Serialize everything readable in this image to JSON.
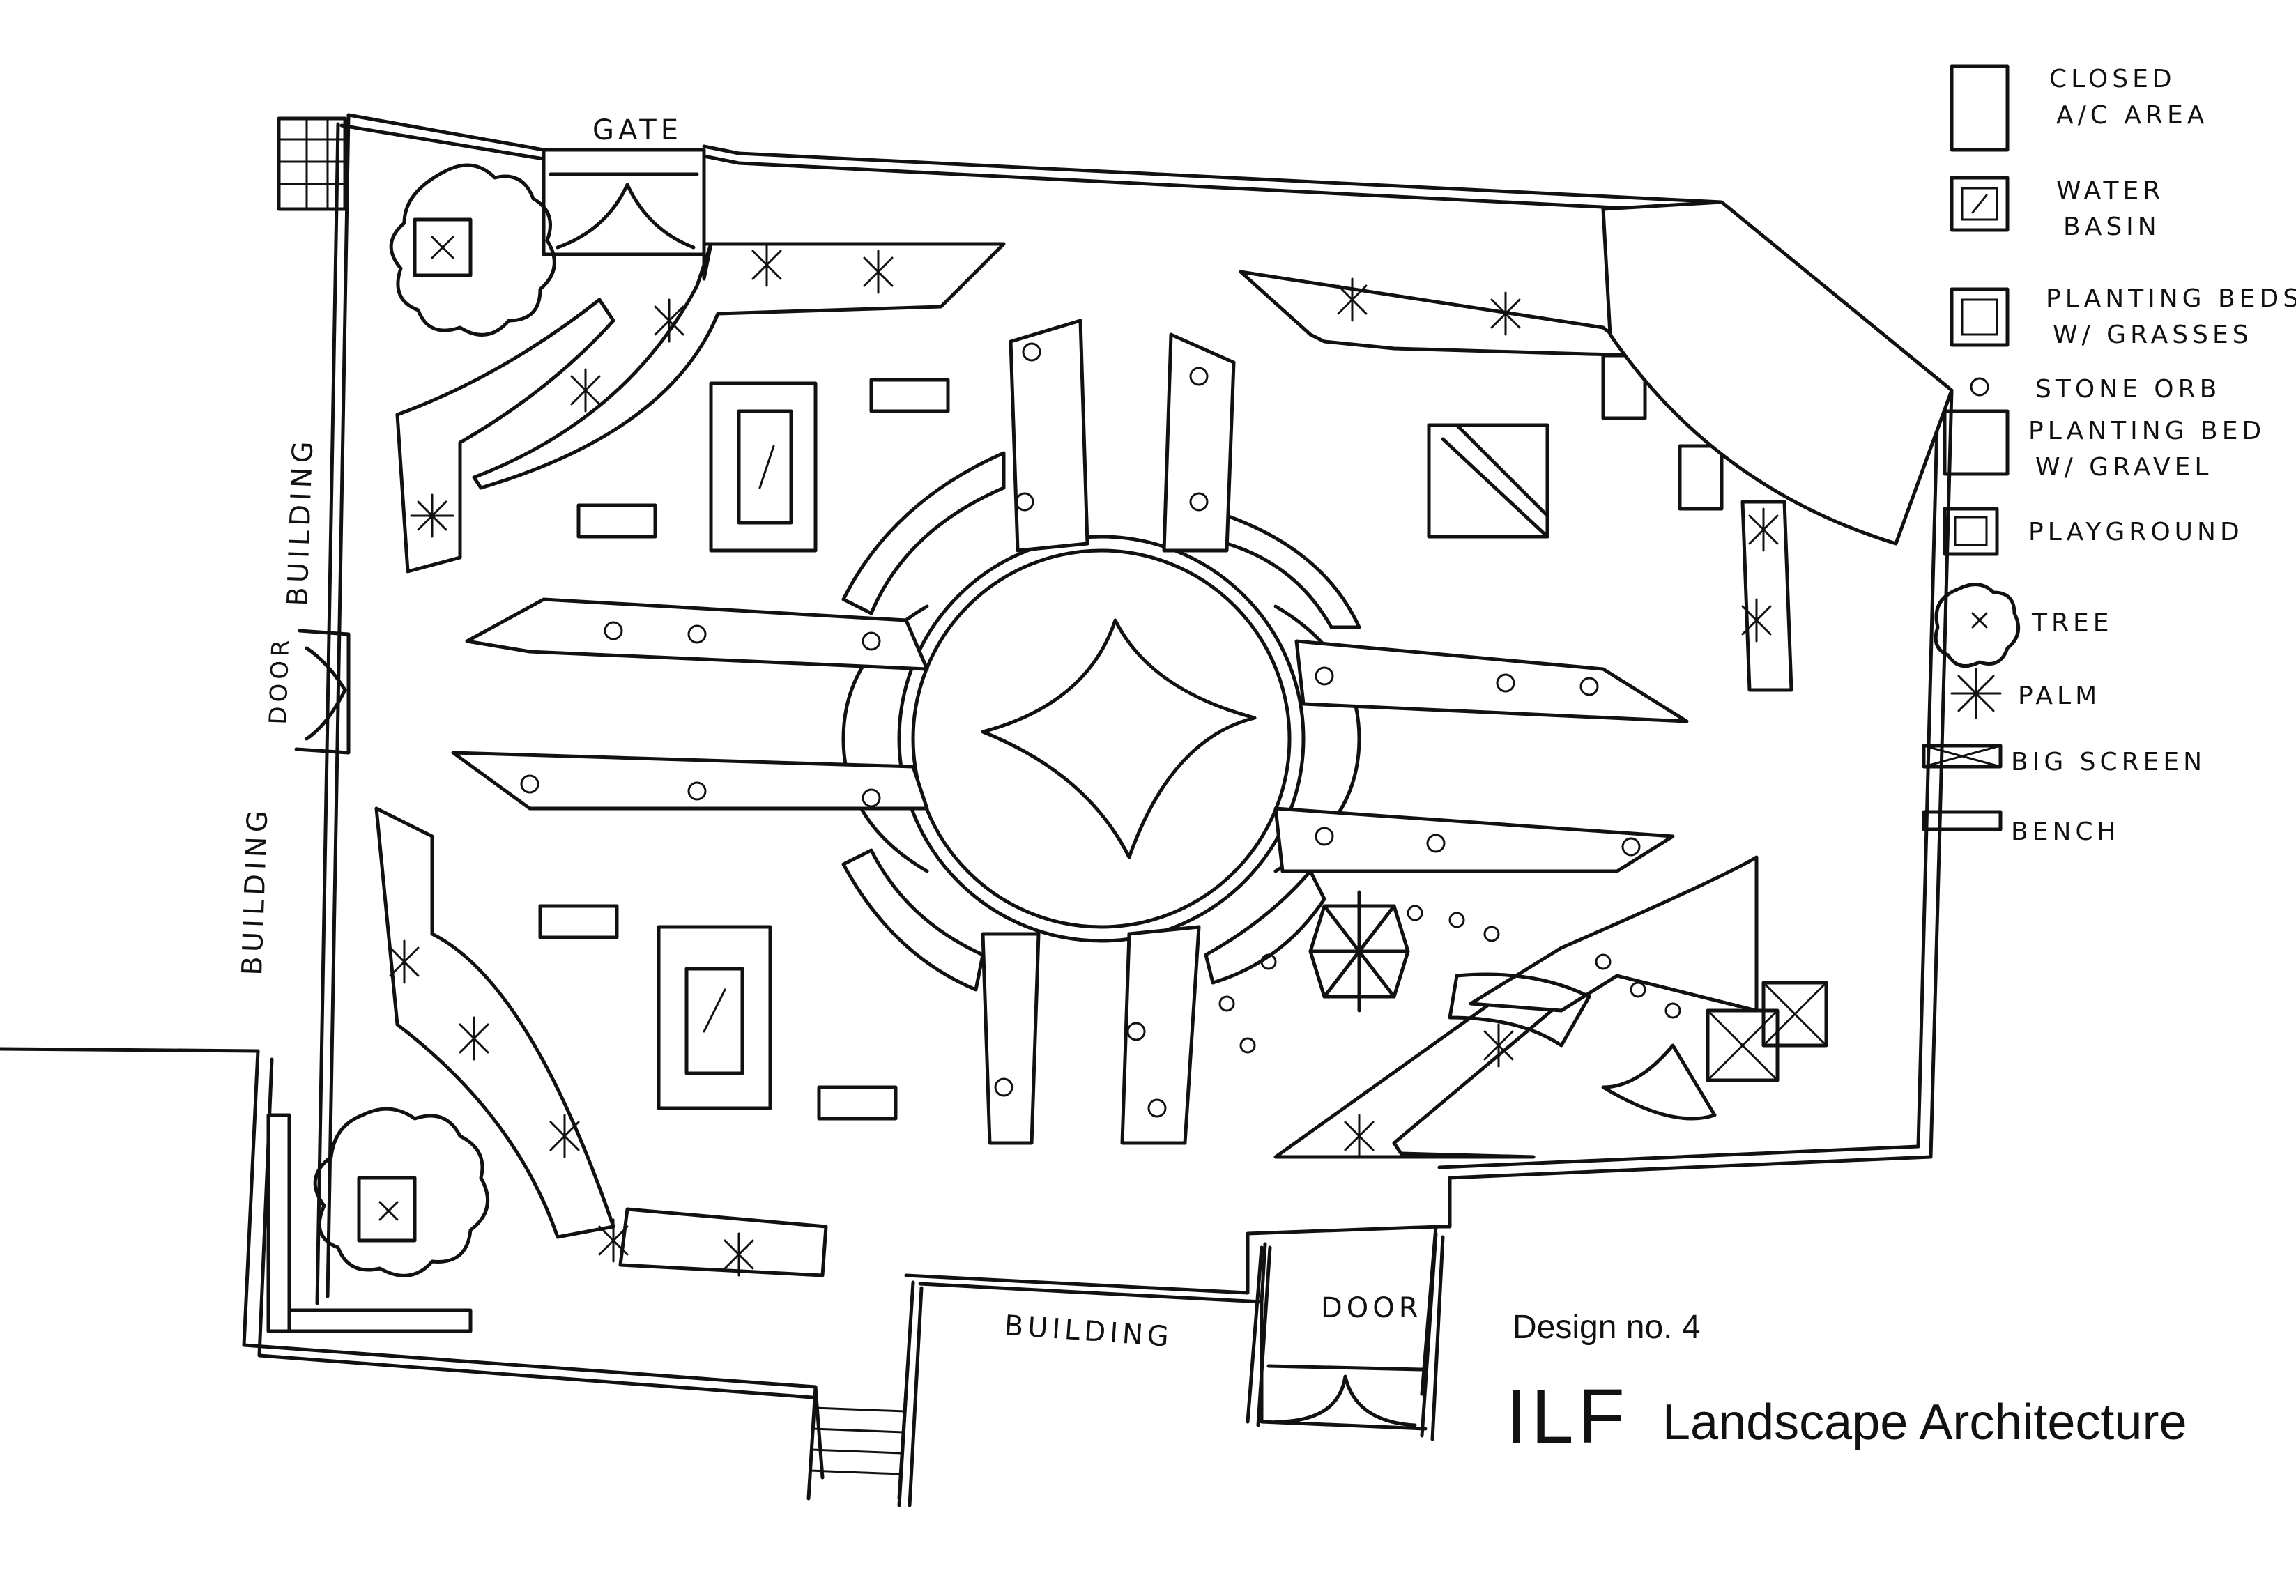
{
  "plan_labels": {
    "gate": "GATE",
    "building_upper": "BUILDING",
    "door_left": "DOOR",
    "building_lower": "BUILDING",
    "building_bottom": "BUILDING",
    "door_bottom": "DOOR"
  },
  "legend": [
    {
      "id": "closed-ac-area",
      "lines": [
        "CLOSED",
        "A/C AREA"
      ]
    },
    {
      "id": "water-basin",
      "lines": [
        "WATER",
        "BASIN"
      ]
    },
    {
      "id": "planting-beds-grasses",
      "lines": [
        "PLANTING BEDS",
        "W/ GRASSES"
      ]
    },
    {
      "id": "stone-orb",
      "lines": [
        "STONE ORB"
      ]
    },
    {
      "id": "planting-bed-gravel",
      "lines": [
        "PLANTING BED",
        "W/ GRAVEL"
      ]
    },
    {
      "id": "playground",
      "lines": [
        "PLAYGROUND"
      ]
    },
    {
      "id": "tree",
      "lines": [
        "TREE"
      ]
    },
    {
      "id": "palm",
      "lines": [
        "PALM"
      ]
    },
    {
      "id": "big-screen",
      "lines": [
        "BIG SCREEN"
      ]
    },
    {
      "id": "bench",
      "lines": [
        "BENCH"
      ]
    }
  ],
  "title_block": {
    "design": "Design no. 4",
    "logo": "ILF",
    "firm": "Landscape Architecture"
  }
}
